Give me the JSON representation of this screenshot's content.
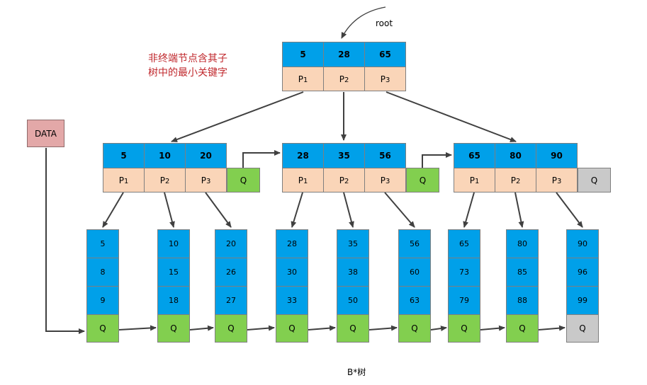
{
  "root_label": "root",
  "annotation": {
    "line1": "非终端节点含其子",
    "line2": "树中的最小关键字"
  },
  "data_label": "DATA",
  "caption": "B*树",
  "colors": {
    "key_fill": "#00a0e9",
    "pointer_fill": "#fad5b8",
    "link_fill": "#82cf4f",
    "null_link_fill": "#c9c9c9",
    "data_fill": "#e3a8a8",
    "annotation_text": "#c0282d",
    "arrow": "#404040"
  },
  "root": {
    "keys": [
      "5",
      "28",
      "65"
    ],
    "pointers": [
      "P1",
      "P2",
      "P3"
    ]
  },
  "internal_nodes": [
    {
      "keys": [
        "5",
        "10",
        "20"
      ],
      "pointers": [
        "P1",
        "P2",
        "P3"
      ],
      "link": "Q"
    },
    {
      "keys": [
        "28",
        "35",
        "56"
      ],
      "pointers": [
        "P1",
        "P2",
        "P3"
      ],
      "link": "Q"
    },
    {
      "keys": [
        "65",
        "80",
        "90"
      ],
      "pointers": [
        "P1",
        "P2",
        "P3"
      ],
      "link": "Q"
    }
  ],
  "leaves": [
    {
      "keys": [
        "5",
        "8",
        "9"
      ],
      "link": "Q"
    },
    {
      "keys": [
        "10",
        "15",
        "18"
      ],
      "link": "Q"
    },
    {
      "keys": [
        "20",
        "26",
        "27"
      ],
      "link": "Q"
    },
    {
      "keys": [
        "28",
        "30",
        "33"
      ],
      "link": "Q"
    },
    {
      "keys": [
        "35",
        "38",
        "50"
      ],
      "link": "Q"
    },
    {
      "keys": [
        "56",
        "60",
        "63"
      ],
      "link": "Q"
    },
    {
      "keys": [
        "65",
        "73",
        "79"
      ],
      "link": "Q"
    },
    {
      "keys": [
        "80",
        "85",
        "88"
      ],
      "link": "Q"
    },
    {
      "keys": [
        "90",
        "96",
        "99"
      ],
      "link": "Q"
    }
  ]
}
